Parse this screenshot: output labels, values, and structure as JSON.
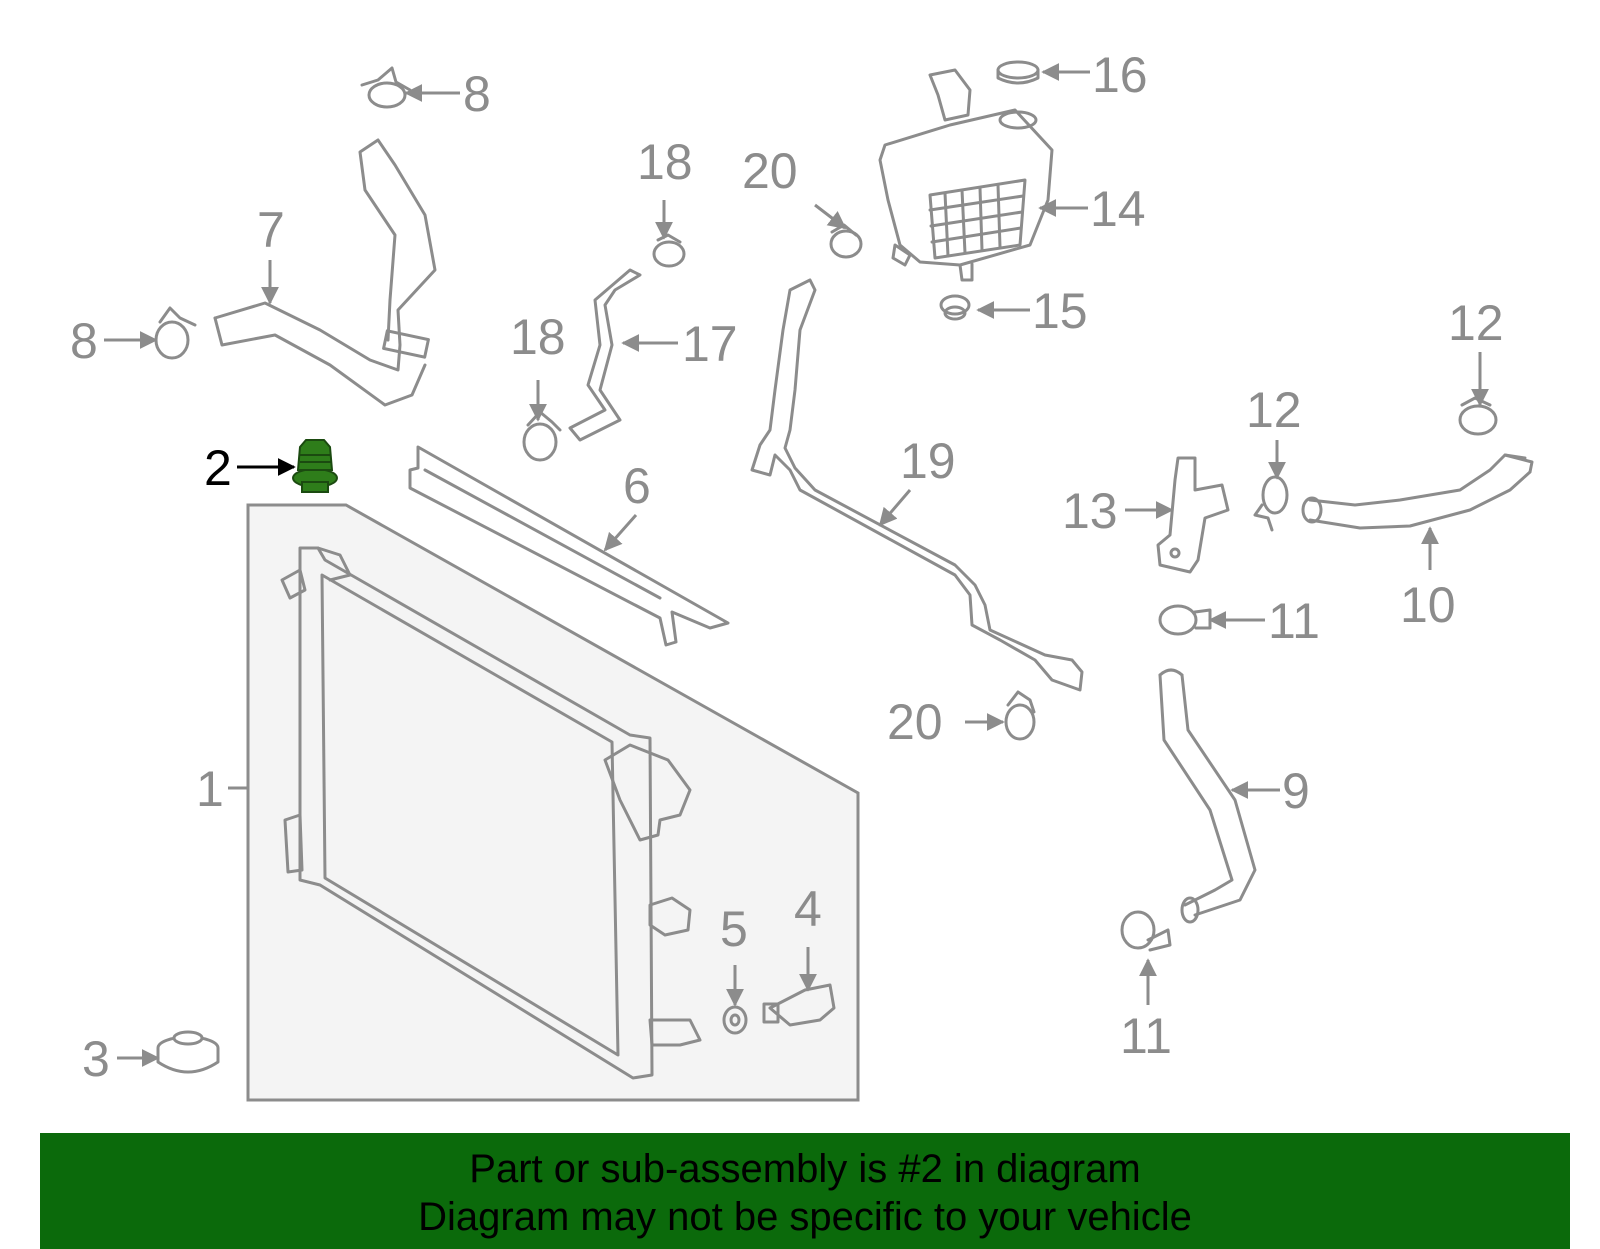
{
  "colors": {
    "line": "#8c8c8c",
    "highlight_part": "#2e7d1a",
    "banner_background": "#0b6a0b",
    "banner_text": "#000000"
  },
  "callouts": {
    "c1": "1",
    "c2": "2",
    "c3": "3",
    "c4": "4",
    "c5": "5",
    "c6": "6",
    "c7": "7",
    "c8a": "8",
    "c8b": "8",
    "c9": "9",
    "c10": "10",
    "c11a": "11",
    "c11b": "11",
    "c12a": "12",
    "c12b": "12",
    "c13": "13",
    "c14": "14",
    "c15": "15",
    "c16": "16",
    "c17": "17",
    "c18a": "18",
    "c18b": "18",
    "c19": "19",
    "c20a": "20",
    "c20b": "20"
  },
  "banner": {
    "line1": "Part or sub-assembly is #2 in diagram",
    "line2": "Diagram may not be specific to your vehicle"
  }
}
